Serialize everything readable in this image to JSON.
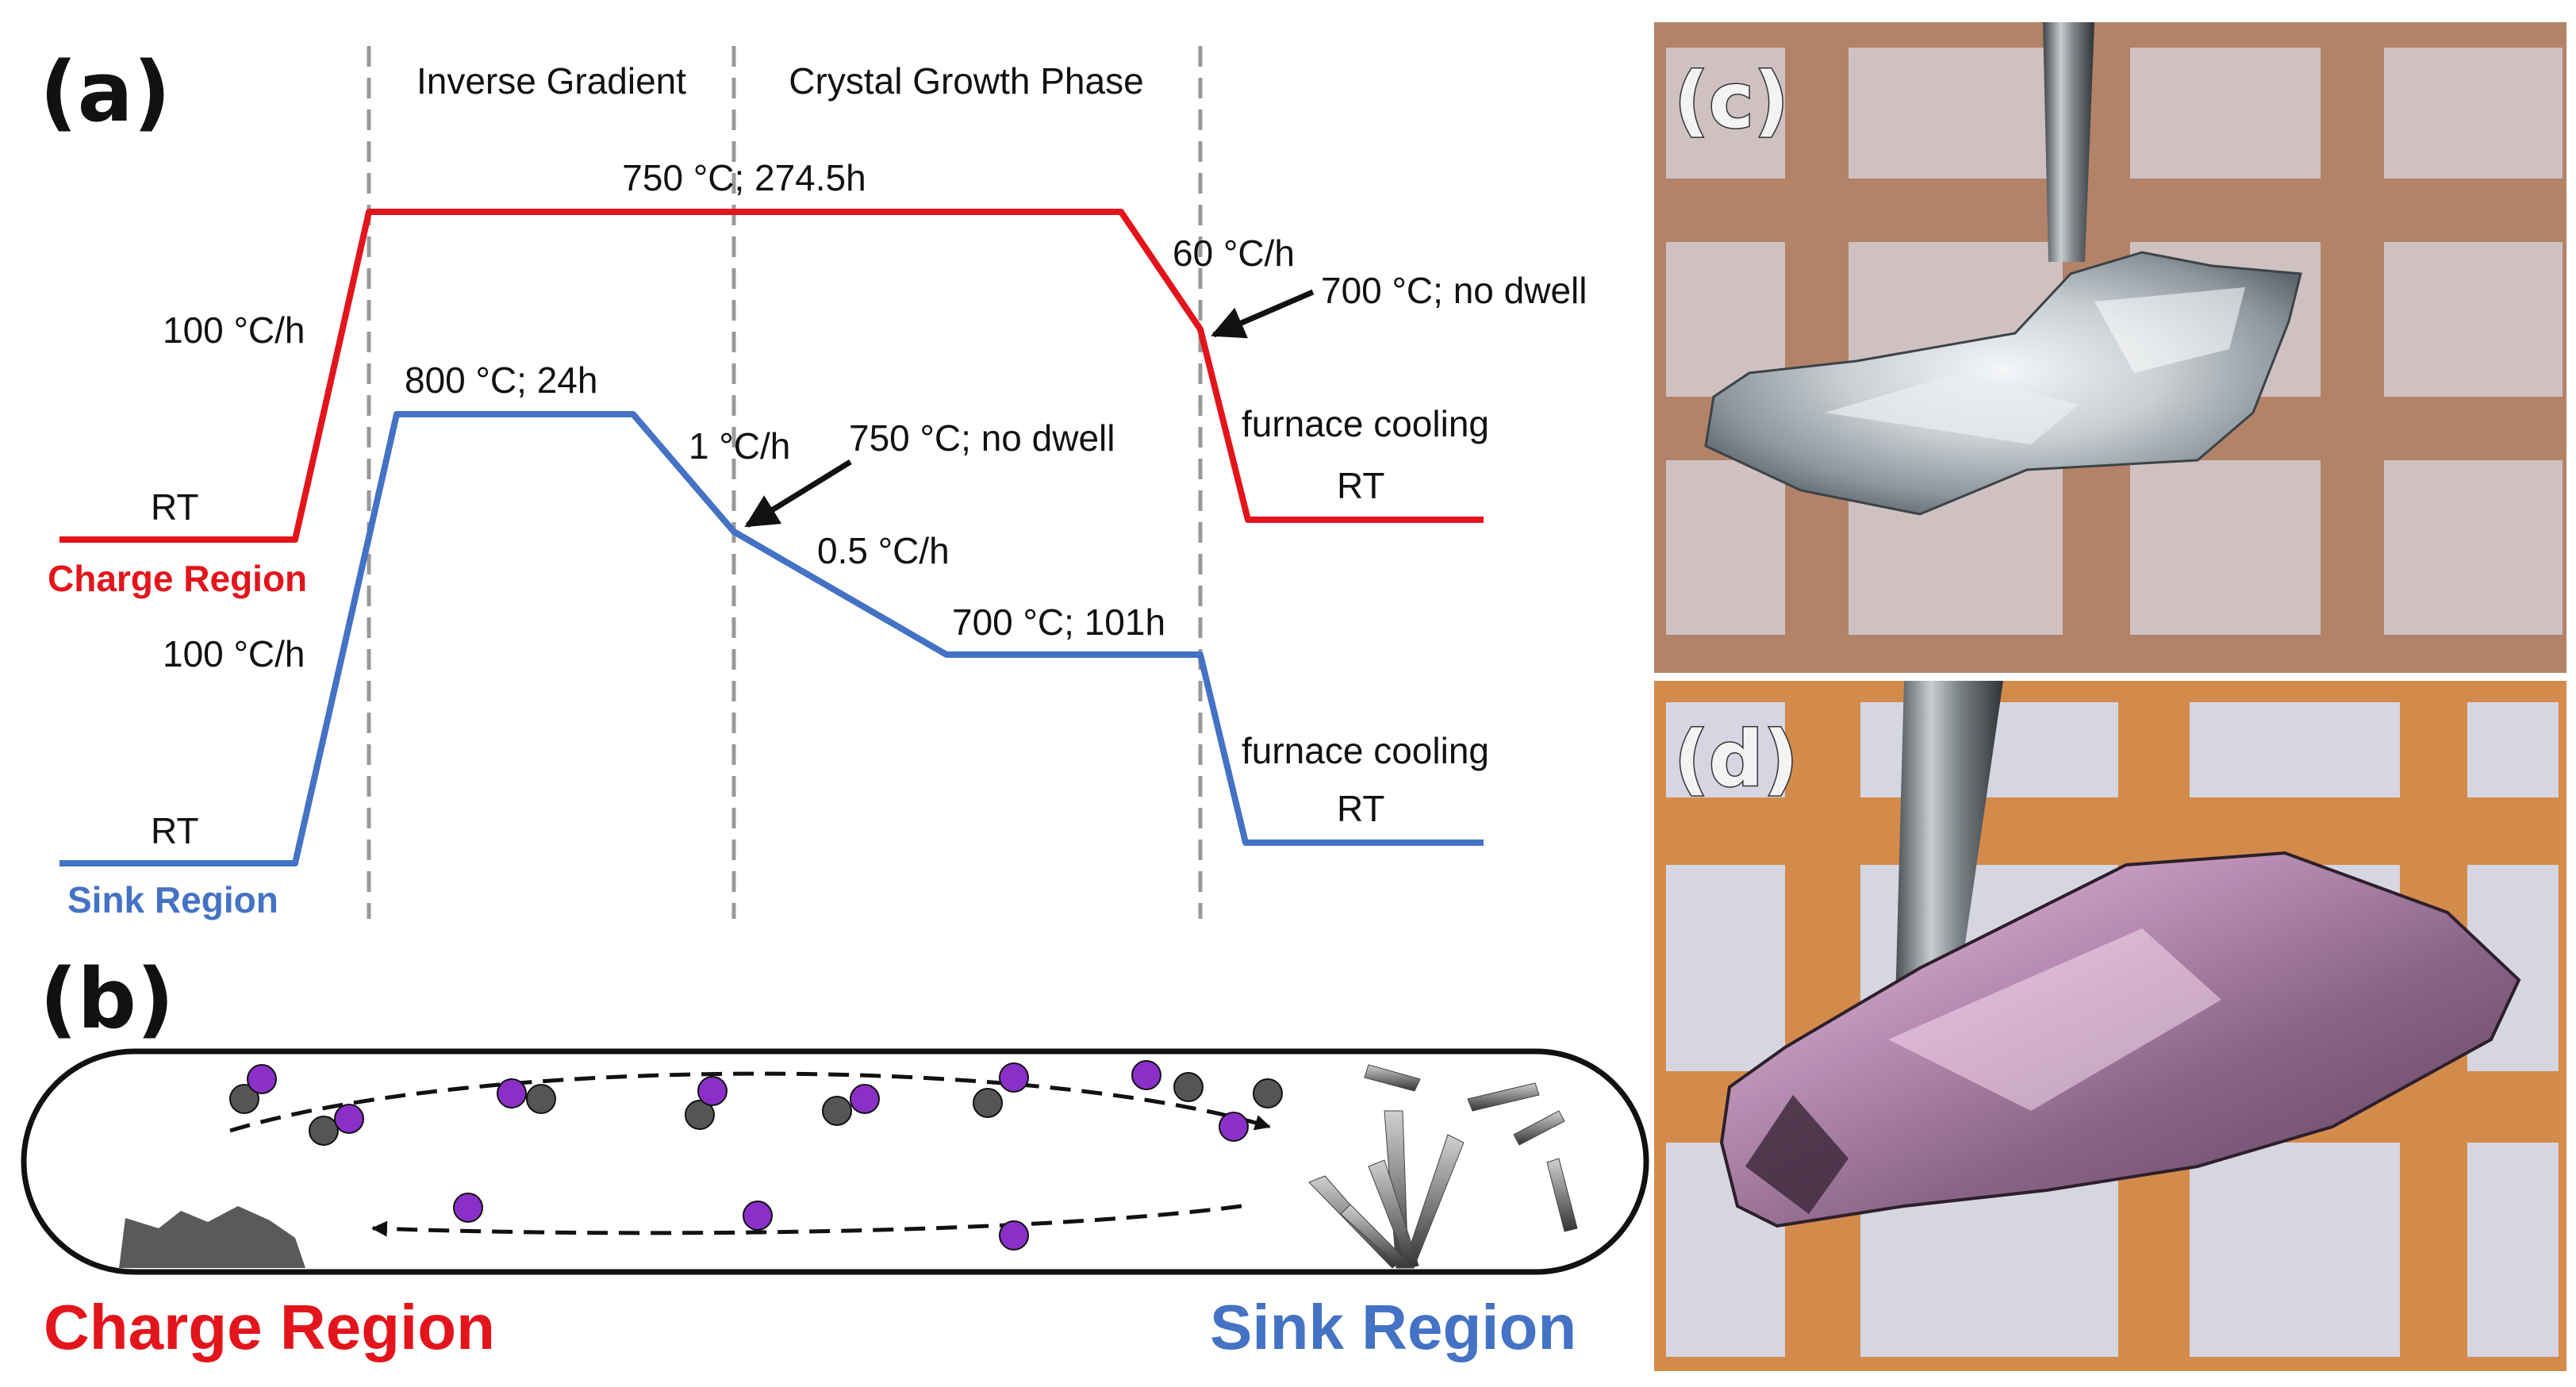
{
  "panels": {
    "a": "(a)",
    "b": "(b)",
    "c": "(c)",
    "d": "(d)"
  },
  "phases": {
    "inverse_gradient": "Inverse Gradient",
    "crystal_growth": "Crystal Growth Phase"
  },
  "charge_profile": {
    "dwell": "750 °C; 274.5h",
    "ramp_up": "100 °C/h",
    "cool_rate": "60 °C/h",
    "end_point": "700 °C; no dwell",
    "furnace": "furnace cooling",
    "rt_start": "RT",
    "rt_end": "RT",
    "region": "Charge Region"
  },
  "sink_profile": {
    "dwell": "800 °C; 24h",
    "ramp_up": "100 °C/h",
    "cool_rate_1": "1 °C/h",
    "point": "750 °C; no dwell",
    "cool_rate_2": "0.5 °C/h",
    "dwell_2": "700 °C; 101h",
    "furnace": "furnace cooling",
    "rt_start": "RT",
    "rt_end": "RT",
    "region": "Sink Region"
  },
  "ampoule": {
    "charge_label": "Charge Region",
    "sink_label": "Sink Region"
  },
  "colors": {
    "charge": "#e3151c",
    "sink": "#4472c4",
    "purple_atom": "#8b2fc9",
    "gray_atom": "#555555",
    "grid_orange": "#e07a25"
  },
  "icons": [
    "arrow-icon",
    "atom-pair-icon",
    "crystal-cluster-icon"
  ]
}
